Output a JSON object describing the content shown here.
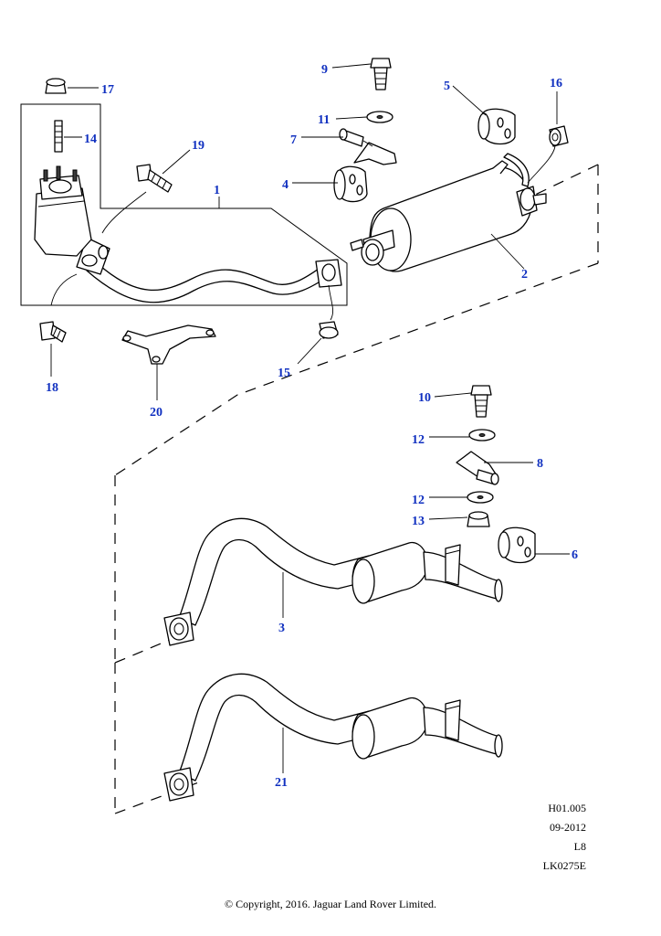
{
  "callouts": [
    "1",
    "2",
    "3",
    "4",
    "5",
    "6",
    "7",
    "8",
    "9",
    "10",
    "11",
    "12",
    "12",
    "13",
    "14",
    "15",
    "16",
    "17",
    "18",
    "19",
    "20",
    "21"
  ],
  "reference": {
    "code": "H01.005",
    "date": "09-2012",
    "level": "L8",
    "drawing": "LK0275E"
  },
  "copyright": "© Copyright, 2016. Jaguar Land Rover Limited.",
  "colors": {
    "callout": "#1030c0",
    "line": "#000000"
  }
}
